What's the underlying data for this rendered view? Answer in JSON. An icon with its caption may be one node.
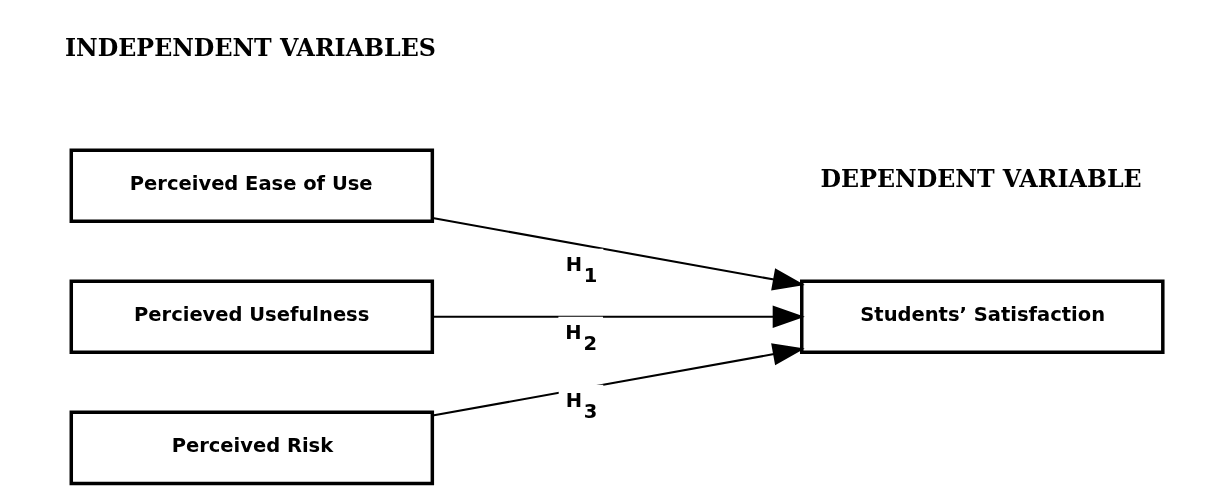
{
  "diagram": {
    "nodes": [
      {
        "text": [
          "Perceived Ease of Use"
        ]
      },
      {
        "text": [
          "Percieved Usefulness"
        ]
      },
      {
        "text": [
          "Perceived Risk"
        ]
      },
      {
        "text": [
          "Students’ Satisfaction"
        ]
      }
    ],
    "edges": [
      {
        "from": 0,
        "to": 3,
        "arrow": "to",
        "label": "H$_{1}$"
      },
      {
        "from": 1,
        "to": 3,
        "arrow": "to",
        "label": "H$_{2}$"
      },
      {
        "from": 2,
        "to": 3,
        "arrow": "to",
        "label": "H$_{3}$"
      }
    ],
    "labels": [
      "DEPENDENT VARIABLE",
      "INDEPENDENT VARIABLES"
    ]
  }
}
